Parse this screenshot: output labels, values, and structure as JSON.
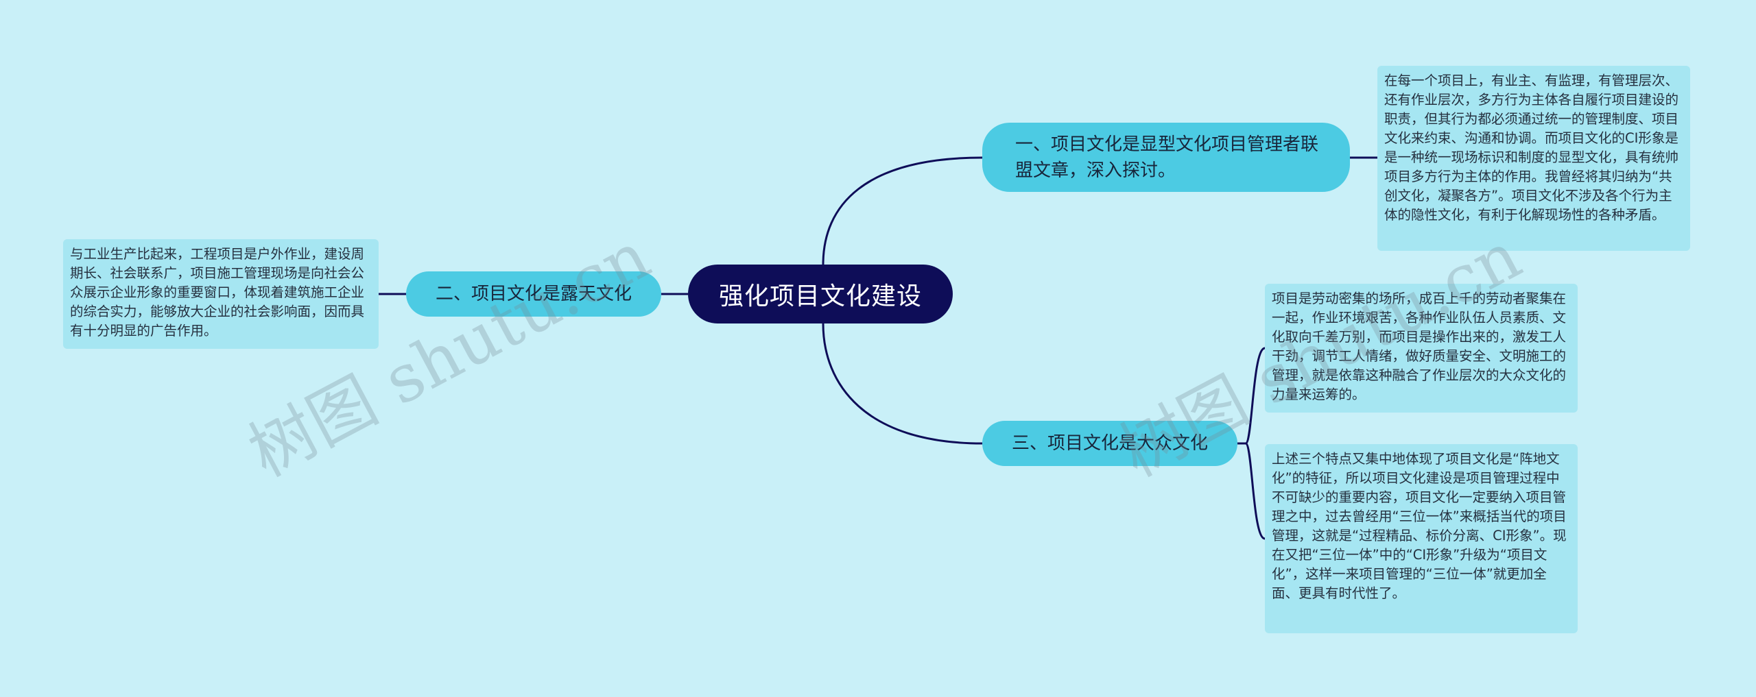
{
  "colors": {
    "background": "#c9f0f8",
    "root_fill": "#0e0d58",
    "branch_fill": "#4ccbe3",
    "leaf_fill": "#a6e6f2",
    "connector": "#0e0d58"
  },
  "root": {
    "label": "强化项目文化建设"
  },
  "branches": [
    {
      "label": "一、项目文化是显型文化项目管理者联盟文章，深入探讨。",
      "leaves": [
        "在每一个项目上，有业主、有监理，有管理层次、还有作业层次，多方行为主体各自履行项目建设的职责，但其行为都必须通过统一的管理制度、项目文化来约束、沟通和协调。而项目文化的CI形象是是一种统一现场标识和制度的显型文化，具有统帅项目多方行为主体的作用。我曾经将其归纳为“共创文化，凝聚各方”。项目文化不涉及各个行为主体的隐性文化，有利于化解现场性的各种矛盾。"
      ]
    },
    {
      "label": "二、项目文化是露天文化",
      "leaves": [
        "与工业生产比起来，工程项目是户外作业，建设周期长、社会联系广，项目施工管理现场是向社会公众展示企业形象的重要窗口，体现着建筑施工企业的综合实力，能够放大企业的社会影响面，因而具有十分明显的广告作用。"
      ]
    },
    {
      "label": "三、项目文化是大众文化",
      "leaves": [
        "项目是劳动密集的场所，成百上千的劳动者聚集在一起，作业环境艰苦，各种作业队伍人员素质、文化取向千差万别，而项目是操作出来的，激发工人干劲，调节工人情绪，做好质量安全、文明施工的管理，就是依靠这种融合了作业层次的大众文化的力量来运筹的。",
        "上述三个特点又集中地体现了项目文化是“阵地文化”的特征，所以项目文化建设是项目管理过程中不可缺少的重要内容，项目文化一定要纳入项目管理之中，过去曾经用“三位一体”来概括当代的项目管理，这就是“过程精品、标价分离、CI形象”。现在又把“三位一体”中的“CI形象”升级为“项目文化”，这样一来项目管理的“三位一体”就更加全面、更具有时代性了。"
      ]
    }
  ],
  "watermarks": [
    "树图 shutu.cn",
    "树图 shutu.cn"
  ]
}
